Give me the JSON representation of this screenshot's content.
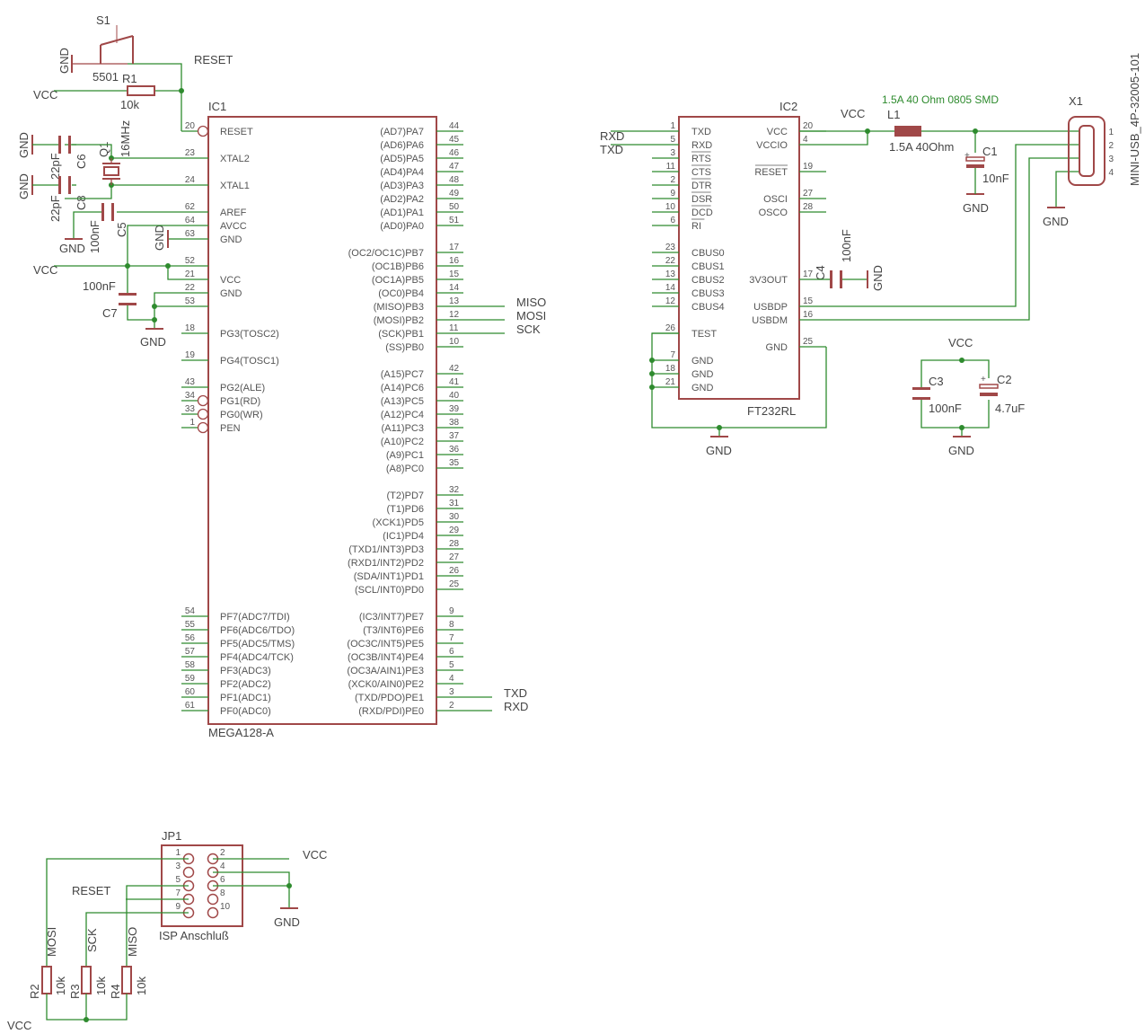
{
  "colors": {
    "wire": "#2e8b2e",
    "part": "#a04848",
    "text": "#555555",
    "junction": "#2e8b2e"
  },
  "ic1": {
    "name": "IC1",
    "value": "MEGA128-A",
    "left": [
      {
        "n": "20",
        "l": "RESET",
        "inv": true
      },
      {
        "n": "23",
        "l": "XTAL2"
      },
      {
        "n": "24",
        "l": "XTAL1"
      },
      {
        "n": "62",
        "l": "AREF"
      },
      {
        "n": "64",
        "l": "AVCC"
      },
      {
        "n": "63",
        "l": "GND"
      },
      {
        "n": "52",
        "l": ""
      },
      {
        "n": "21",
        "l": "VCC"
      },
      {
        "n": "22",
        "l": "GND"
      },
      {
        "n": "53",
        "l": ""
      },
      {
        "n": "18",
        "l": "PG3(TOSC2)"
      },
      {
        "n": "19",
        "l": "PG4(TOSC1)"
      },
      {
        "n": "43",
        "l": "PG2(ALE)"
      },
      {
        "n": "34",
        "l": "PG1(RD)",
        "inv": true
      },
      {
        "n": "33",
        "l": "PG0(WR)",
        "inv": true
      },
      {
        "n": "1",
        "l": "PEN",
        "inv": true
      },
      {
        "n": "54",
        "l": "PF7(ADC7/TDI)"
      },
      {
        "n": "55",
        "l": "PF6(ADC6/TDO)"
      },
      {
        "n": "56",
        "l": "PF5(ADC5/TMS)"
      },
      {
        "n": "57",
        "l": "PF4(ADC4/TCK)"
      },
      {
        "n": "58",
        "l": "PF3(ADC3)"
      },
      {
        "n": "59",
        "l": "PF2(ADC2)"
      },
      {
        "n": "60",
        "l": "PF1(ADC1)"
      },
      {
        "n": "61",
        "l": "PF0(ADC0)"
      }
    ],
    "right": [
      {
        "n": "44",
        "l": "(AD7)PA7"
      },
      {
        "n": "45",
        "l": "(AD6)PA6"
      },
      {
        "n": "46",
        "l": "(AD5)PA5"
      },
      {
        "n": "47",
        "l": "(AD4)PA4"
      },
      {
        "n": "48",
        "l": "(AD3)PA3"
      },
      {
        "n": "49",
        "l": "(AD2)PA2"
      },
      {
        "n": "50",
        "l": "(AD1)PA1"
      },
      {
        "n": "51",
        "l": "(AD0)PA0"
      },
      {
        "n": "17",
        "l": "(OC2/OC1C)PB7"
      },
      {
        "n": "16",
        "l": "(OC1B)PB6"
      },
      {
        "n": "15",
        "l": "(OC1A)PB5"
      },
      {
        "n": "14",
        "l": "(OC0)PB4"
      },
      {
        "n": "13",
        "l": "(MISO)PB3"
      },
      {
        "n": "12",
        "l": "(MOSI)PB2"
      },
      {
        "n": "11",
        "l": "(SCK)PB1"
      },
      {
        "n": "10",
        "l": "(SS)PB0"
      },
      {
        "n": "42",
        "l": "(A15)PC7"
      },
      {
        "n": "41",
        "l": "(A14)PC6"
      },
      {
        "n": "40",
        "l": "(A13)PC5"
      },
      {
        "n": "39",
        "l": "(A12)PC4"
      },
      {
        "n": "38",
        "l": "(A11)PC3"
      },
      {
        "n": "37",
        "l": "(A10)PC2"
      },
      {
        "n": "36",
        "l": "(A9)PC1"
      },
      {
        "n": "35",
        "l": "(A8)PC0"
      },
      {
        "n": "32",
        "l": "(T2)PD7"
      },
      {
        "n": "31",
        "l": "(T1)PD6"
      },
      {
        "n": "30",
        "l": "(XCK1)PD5"
      },
      {
        "n": "29",
        "l": "(IC1)PD4"
      },
      {
        "n": "28",
        "l": "(TXD1/INT3)PD3"
      },
      {
        "n": "27",
        "l": "(RXD1/INT2)PD2"
      },
      {
        "n": "26",
        "l": "(SDA/INT1)PD1"
      },
      {
        "n": "25",
        "l": "(SCL/INT0)PD0"
      },
      {
        "n": "9",
        "l": "(IC3/INT7)PE7"
      },
      {
        "n": "8",
        "l": "(T3/INT6)PE6"
      },
      {
        "n": "7",
        "l": "(OC3C/INT5)PE5"
      },
      {
        "n": "6",
        "l": "(OC3B/INT4)PE4"
      },
      {
        "n": "5",
        "l": "(OC3A/AIN1)PE3"
      },
      {
        "n": "4",
        "l": "(XCK0/AIN0)PE2"
      },
      {
        "n": "3",
        "l": "(TXD/PDO)PE1"
      },
      {
        "n": "2",
        "l": "(RXD/PDI)PE0"
      }
    ]
  },
  "ic2": {
    "name": "IC2",
    "value": "FT232RL",
    "left": [
      {
        "n": "1",
        "l": "TXD"
      },
      {
        "n": "5",
        "l": "RXD"
      },
      {
        "n": "3",
        "l": "RTS",
        "ov": true
      },
      {
        "n": "11",
        "l": "CTS",
        "ov": true
      },
      {
        "n": "2",
        "l": "DTR",
        "ov": true
      },
      {
        "n": "9",
        "l": "DSR",
        "ov": true
      },
      {
        "n": "10",
        "l": "DCD",
        "ov": true
      },
      {
        "n": "6",
        "l": "RI",
        "ov": true
      },
      {
        "n": "23",
        "l": "CBUS0"
      },
      {
        "n": "22",
        "l": "CBUS1"
      },
      {
        "n": "13",
        "l": "CBUS2"
      },
      {
        "n": "14",
        "l": "CBUS3"
      },
      {
        "n": "12",
        "l": "CBUS4"
      },
      {
        "n": "26",
        "l": "TEST"
      },
      {
        "n": "7",
        "l": "GND"
      },
      {
        "n": "18",
        "l": "GND"
      },
      {
        "n": "21",
        "l": "GND"
      }
    ],
    "right": [
      {
        "n": "20",
        "l": "VCC"
      },
      {
        "n": "4",
        "l": "VCCIO"
      },
      {
        "n": "19",
        "l": "RESET",
        "ov": true
      },
      {
        "n": "27",
        "l": "OSCI"
      },
      {
        "n": "28",
        "l": "OSCO"
      },
      {
        "n": "17",
        "l": "3V3OUT"
      },
      {
        "n": "15",
        "l": "USBDP"
      },
      {
        "n": "16",
        "l": "USBDM"
      },
      {
        "n": "25",
        "l": "GND"
      }
    ]
  },
  "parts": {
    "s1": "S1",
    "s1_val": "5501",
    "r1": "R1",
    "r1_val": "10k",
    "q1": "Q1",
    "q1_val": "16MHz",
    "c6": "C6",
    "c6_val": "22pF",
    "c8": "C8",
    "c8_val": "22pF",
    "c5": "C5",
    "c5_val": "100nF",
    "c7": "C7",
    "c7_val": "100nF",
    "c4": "C4",
    "c4_val": "100nF",
    "c1": "C1",
    "c1_val": "10nF",
    "c3": "C3",
    "c3_val": "100nF",
    "c2": "C2",
    "c2_val": "4.7uF",
    "l1": "L1",
    "l1_val": "1.5A 40Ohm",
    "l1_attr": "1.5A 40 Ohm 0805 SMD",
    "x1": "X1",
    "x1_val": "MINI-USB_4P-32005-101",
    "x1_pins": [
      "1",
      "2",
      "3",
      "4"
    ],
    "jp1": "JP1",
    "jp1_val": "ISP Anschluß",
    "jp1_pins": [
      "1",
      "2",
      "3",
      "4",
      "5",
      "6",
      "7",
      "8",
      "9",
      "10"
    ],
    "r2": "R2",
    "r2_val": "10k",
    "r3": "R3",
    "r3_val": "10k",
    "r4": "R4",
    "r4_val": "10k"
  },
  "nets": {
    "gnd": "GND",
    "vcc": "VCC",
    "reset": "RESET",
    "miso": "MISO",
    "mosi": "MOSI",
    "sck": "SCK",
    "txd": "TXD",
    "rxd": "RXD"
  }
}
